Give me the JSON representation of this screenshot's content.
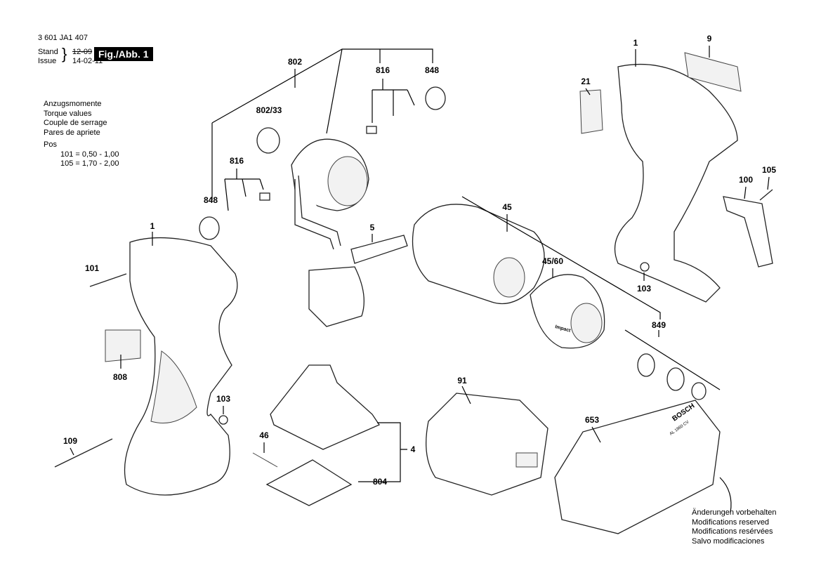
{
  "header": {
    "doc_number": "3 601 JA1 407",
    "stand_label": "Stand",
    "issue_label": "Issue",
    "old_date": "12-09",
    "issue_date": "14-02-11",
    "figure_label": "Fig./Abb. 1"
  },
  "torque": {
    "lines": [
      "Anzugsmomente",
      "Torque values",
      "Couple de serrage",
      "Pares de apriete"
    ],
    "pos_label": "Pos",
    "values": [
      "101 =  0,50  -  1,00",
      "105 =  1,70  -  2,00"
    ]
  },
  "modifications": [
    "Änderungen vorbehalten",
    "Modifications reserved",
    "Modifications resérvées",
    "Salvo modificaciones"
  ],
  "part_labels": [
    "802",
    "816",
    "848",
    "802/33",
    "816",
    "848",
    "1",
    "101",
    "5",
    "45",
    "45/60",
    "1",
    "9",
    "21",
    "105",
    "100",
    "103",
    "849",
    "808",
    "103",
    "109",
    "46",
    "91",
    "4",
    "804",
    "653"
  ],
  "embossed_text": [
    "Impact",
    "BOSCH",
    "AL 1860 CV"
  ]
}
